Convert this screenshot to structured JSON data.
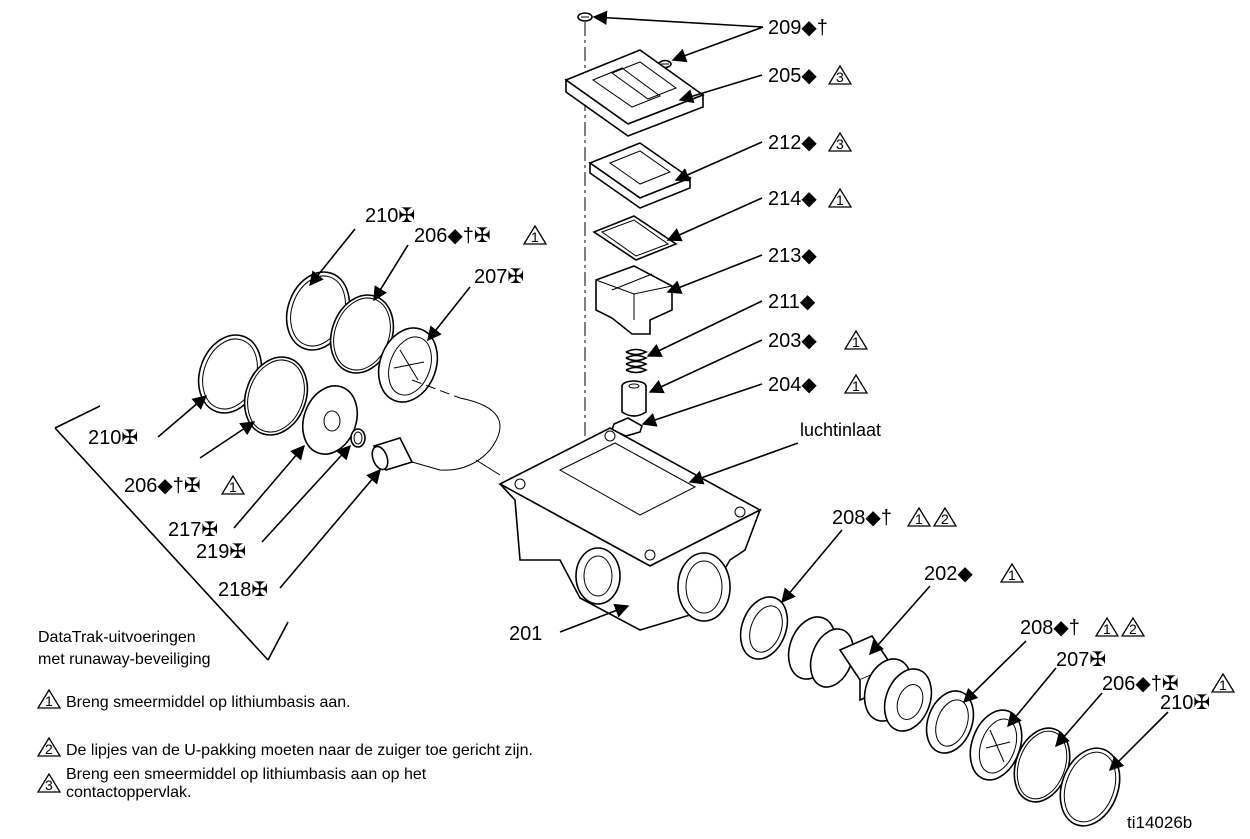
{
  "labels": {
    "l209": "209◆†",
    "l205": "205◆",
    "l212": "212◆",
    "l214": "214◆",
    "l213": "213◆",
    "l211": "211◆",
    "l203": "203◆",
    "l204": "204◆",
    "l_air": "luchtinlaat",
    "l210a": "210✠",
    "l206a": "206◆†✠",
    "l207a": "207✠",
    "l210b": "210✠",
    "l206b": "206◆†✠",
    "l217": "217✠",
    "l219": "219✠",
    "l218": "218✠",
    "l201": "201",
    "l208a": "208◆†",
    "l202": "202◆",
    "l208b": "208◆†",
    "l207b": "207✠",
    "l206c": "206◆†✠",
    "l210c": "210✠"
  },
  "bracket": {
    "line1": "DataTrak-uitvoeringen",
    "line2": "met runaway-beveiliging"
  },
  "notes": [
    {
      "num": "1",
      "text": "Breng smeermiddel op lithiumbasis aan."
    },
    {
      "num": "2",
      "text": "De lipjes van de U-pakking moeten naar de zuiger toe gericht zijn."
    },
    {
      "num": "3",
      "line1": "Breng een smeermiddel op lithiumbasis aan op het",
      "line2": "contactoppervlak."
    }
  ],
  "figure_id": "ti14026b"
}
